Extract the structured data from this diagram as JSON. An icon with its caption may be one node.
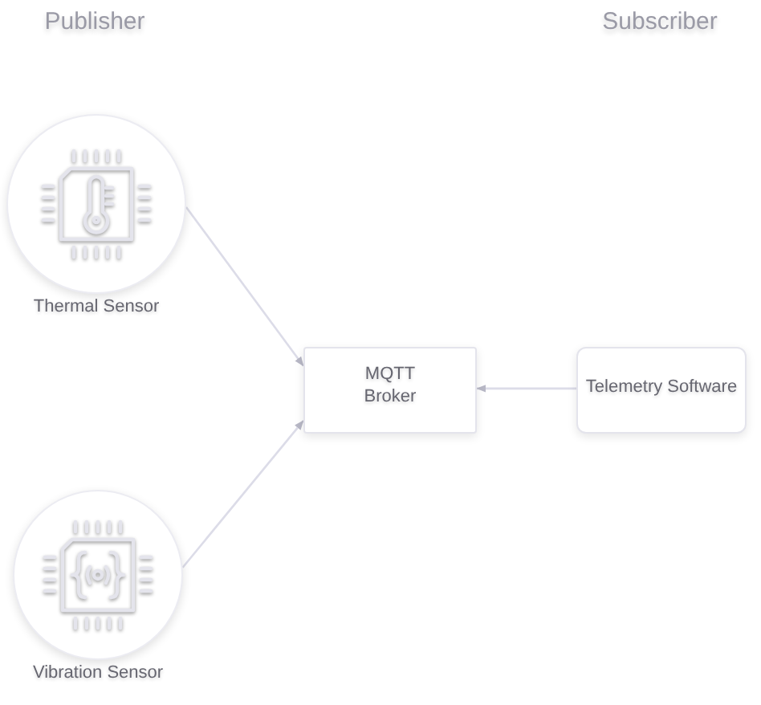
{
  "diagram": {
    "nodes": [
      {
        "text": [
          "Thermal Sensor"
        ]
      },
      {
        "text": [
          "Vibration Sensor"
        ]
      },
      {
        "text": [
          "MQTT Broker"
        ]
      },
      {
        "text": [
          "Telemetry Software"
        ]
      }
    ],
    "edges": [
      {
        "from": 0,
        "to": 2,
        "arrow": "to"
      },
      {
        "from": 1,
        "to": 2,
        "arrow": "to"
      },
      {
        "from": 3,
        "to": 2,
        "arrow": "to"
      }
    ],
    "labels": [
      "Publisher",
      "Subscriber"
    ]
  }
}
